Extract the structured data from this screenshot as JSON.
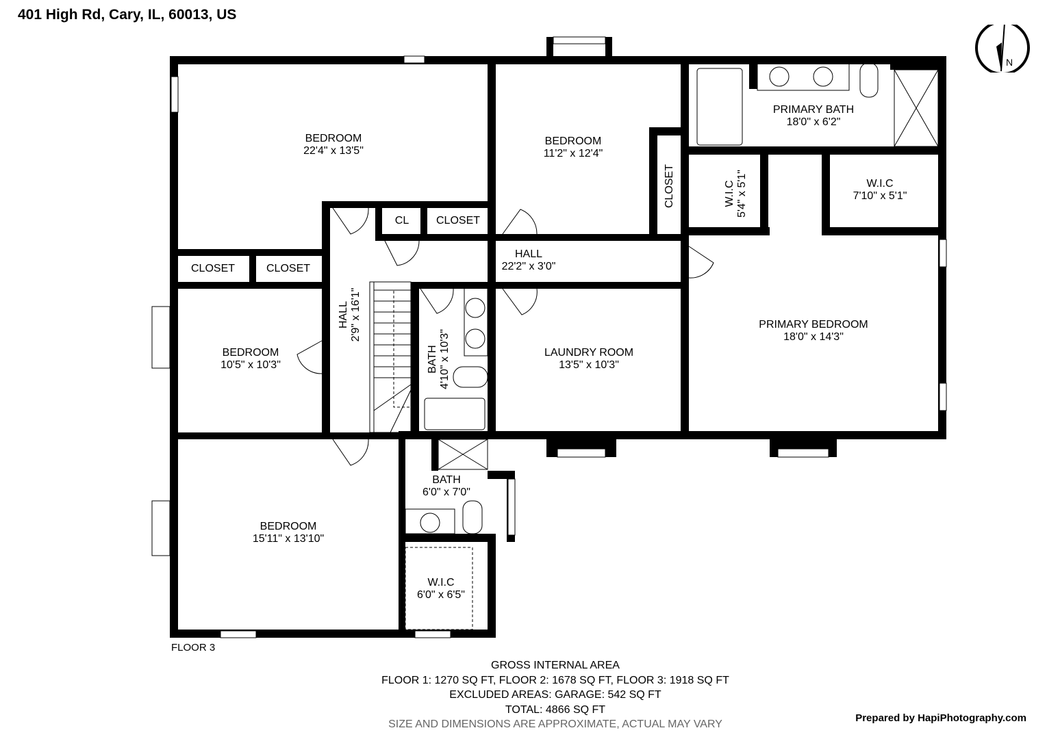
{
  "header": {
    "address": "401 High Rd, Cary, IL, 60013, US"
  },
  "compass": {
    "label": "N",
    "icon": "north-arrow-icon"
  },
  "rooms": [
    {
      "name": "BEDROOM",
      "dims": "22'4\" x 13'5\""
    },
    {
      "name": "BEDROOM",
      "dims": "11'2\" x 12'4\""
    },
    {
      "name": "PRIMARY BATH",
      "dims": "18'0\" x 6'2\""
    },
    {
      "name": "W.I.C",
      "dims": "5'4\" x 5'1\""
    },
    {
      "name": "W.I.C",
      "dims": "7'10\" x 5'1\""
    },
    {
      "name": "CLOSET",
      "dims": ""
    },
    {
      "name": "CL",
      "dims": ""
    },
    {
      "name": "CLOSET",
      "dims": ""
    },
    {
      "name": "HALL",
      "dims": "22'2\" x 3'0\""
    },
    {
      "name": "CLOSET",
      "dims": ""
    },
    {
      "name": "CLOSET",
      "dims": ""
    },
    {
      "name": "HALL",
      "dims": "2'9\" x 16'1\""
    },
    {
      "name": "BEDROOM",
      "dims": "10'5\" x 10'3\""
    },
    {
      "name": "BATH",
      "dims": "4'10\" x 10'3\""
    },
    {
      "name": "LAUNDRY ROOM",
      "dims": "13'5\" x 10'3\""
    },
    {
      "name": "PRIMARY BEDROOM",
      "dims": "18'0\" x 14'3\""
    },
    {
      "name": "BEDROOM",
      "dims": "15'11\" x 13'10\""
    },
    {
      "name": "BATH",
      "dims": "6'0\" x 7'0\""
    },
    {
      "name": "W.I.C",
      "dims": "6'0\" x 6'5\""
    }
  ],
  "floor_label": "FLOOR 3",
  "area_summary": {
    "heading": "GROSS INTERNAL AREA",
    "floors": "FLOOR 1: 1270 SQ FT, FLOOR 2: 1678 SQ FT, FLOOR 3: 1918 SQ FT",
    "excluded": "EXCLUDED AREAS: GARAGE: 542 SQ FT",
    "total": "TOTAL: 4866 SQ FT",
    "disclaimer": "SIZE AND DIMENSIONS ARE APPROXIMATE, ACTUAL MAY VARY"
  },
  "credit": "Prepared by HapiPhotography.com"
}
